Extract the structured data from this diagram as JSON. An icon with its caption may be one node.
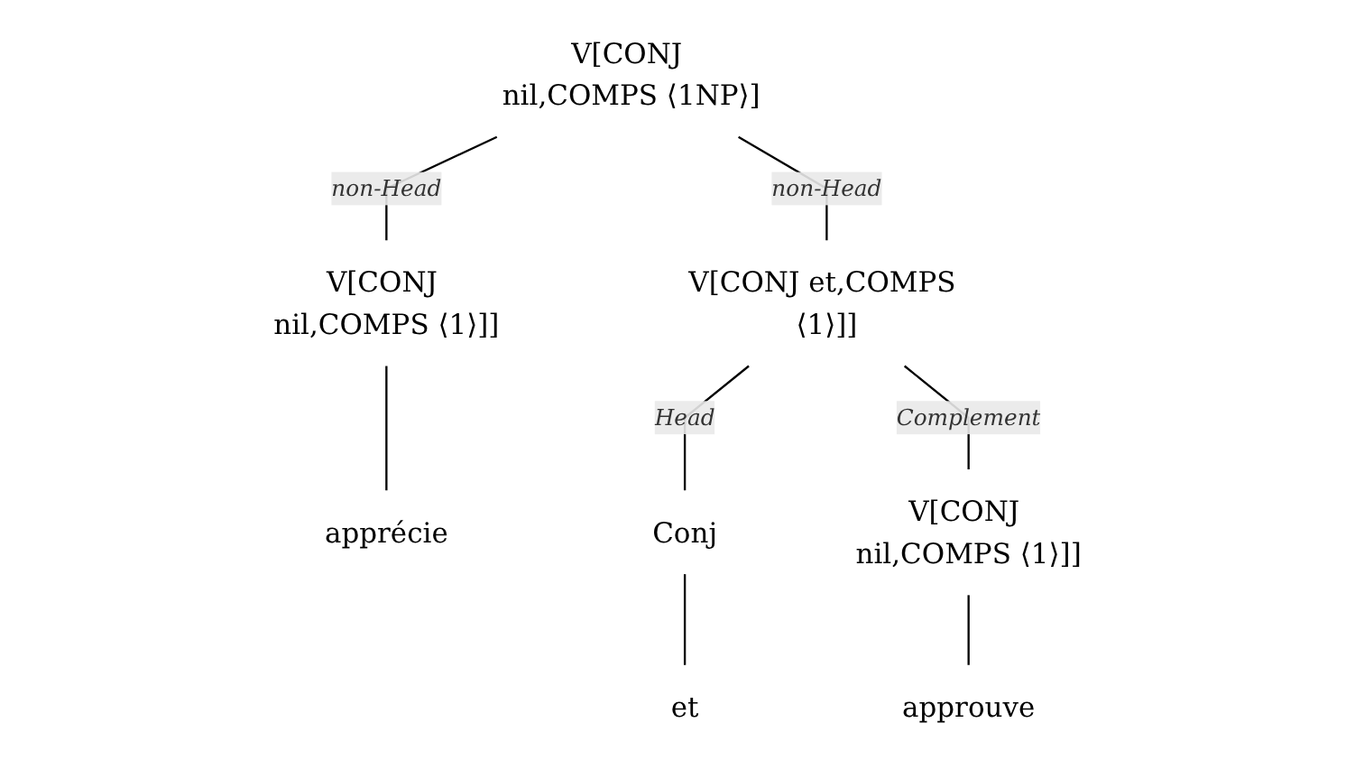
{
  "diagram": {
    "nodes": [
      {
        "text": [
          "V[CONJ nil,COMPS ⟨1NP⟩]"
        ]
      },
      {
        "text": [
          "V[CONJ nil,COMPS ⟨1⟩]]"
        ]
      },
      {
        "text": [
          "V[CONJ et,COMPS ⟨1⟩]]"
        ]
      },
      {
        "text": [
          "apprécie"
        ]
      },
      {
        "text": [
          "Conj"
        ]
      },
      {
        "text": [
          "V[CONJ nil,COMPS ⟨1⟩]]"
        ]
      },
      {
        "text": [
          "et"
        ]
      },
      {
        "text": [
          "approuve"
        ]
      }
    ],
    "edges": [
      {
        "from": 0,
        "to": 1,
        "arrow": "none",
        "label": "non-Head"
      },
      {
        "from": 0,
        "to": 2,
        "arrow": "none",
        "label": "non-Head"
      },
      {
        "from": 1,
        "to": 3,
        "arrow": "none"
      },
      {
        "from": 2,
        "to": 4,
        "arrow": "none",
        "label": "Head"
      },
      {
        "from": 2,
        "to": 5,
        "arrow": "none",
        "label": "Complement"
      },
      {
        "from": 4,
        "to": 6,
        "arrow": "none"
      },
      {
        "from": 5,
        "to": 7,
        "arrow": "none"
      }
    ]
  }
}
